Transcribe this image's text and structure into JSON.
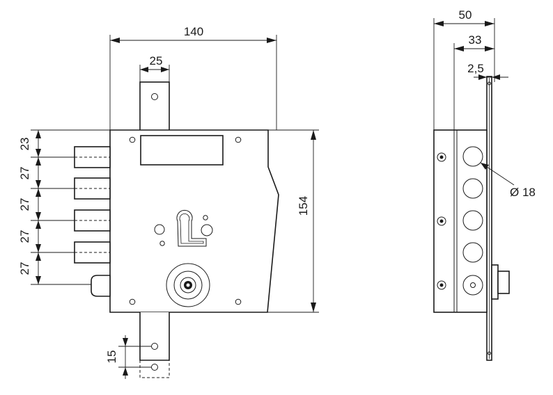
{
  "front_view": {
    "width_label": "140",
    "tongue_width_label": "25",
    "height_label": "154",
    "bolt_offset_label": "23",
    "bolt_spacing_labels": [
      "27",
      "27",
      "27",
      "27"
    ],
    "bottom_hole_label": "15"
  },
  "side_view": {
    "depth_label": "50",
    "body_depth_label": "33",
    "plate_thickness_label": "2,5",
    "hole_diameter_label": "Ø 18"
  }
}
